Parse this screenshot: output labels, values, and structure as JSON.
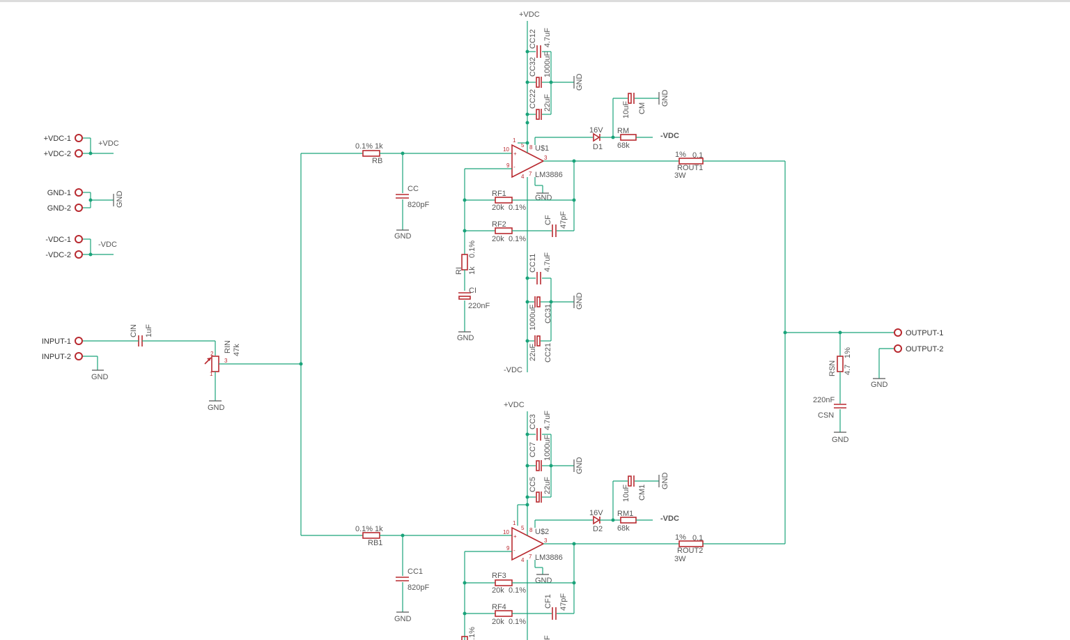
{
  "nets": {
    "pvdc": "+VDC",
    "nvdc": "-VDC",
    "gnd": "GND",
    "neg_vdc_m": "-VDC"
  },
  "connectors": {
    "pvdc1": "+VDC-1",
    "pvdc2": "+VDC-2",
    "gnd1": "GND-1",
    "gnd2": "GND-2",
    "nvdc1": "-VDC-1",
    "nvdc2": "-VDC-2",
    "in1": "INPUT-1",
    "in2": "INPUT-2",
    "out1": "OUTPUT-1",
    "out2": "OUTPUT-2"
  },
  "parts": {
    "rb": {
      "name": "RB",
      "tol": "0.1%",
      "value": "1k"
    },
    "rb1": {
      "name": "RB1",
      "tol": "0.1%",
      "value": "1k"
    },
    "cc": {
      "name": "CC",
      "value": "820pF"
    },
    "cc1": {
      "name": "CC1",
      "value": "820pF"
    },
    "cin": {
      "name": "CIN",
      "value": "1uF"
    },
    "rin": {
      "name": "RIN",
      "value": "47k"
    },
    "u1": {
      "name": "U$1",
      "value": "LM3886"
    },
    "u2": {
      "name": "U$2",
      "value": "LM3886"
    },
    "rf1": {
      "name": "RF1",
      "value": "20k",
      "tol": "0.1%"
    },
    "rf2": {
      "name": "RF2",
      "value": "20k",
      "tol": "0.1%"
    },
    "rf3": {
      "name": "RF3",
      "value": "20k",
      "tol": "0.1%"
    },
    "rf4": {
      "name": "RF4",
      "value": "20k",
      "tol": "0.1%"
    },
    "cf": {
      "name": "CF",
      "value": "47pF"
    },
    "cf1": {
      "name": "CF1",
      "value": "47pF"
    },
    "ri": {
      "name": "RI",
      "value": "1k",
      "tol": "0.1%"
    },
    "ci": {
      "name": "CI",
      "value": "220nF"
    },
    "cc12": {
      "name": "CC12",
      "value": "4.7uF"
    },
    "cc32": {
      "name": "CC32",
      "value": "1000uF"
    },
    "cc22": {
      "name": "CC22",
      "value": "22uF"
    },
    "cc11": {
      "name": "CC11",
      "value": "4.7uF"
    },
    "cc31": {
      "name": "CC31",
      "value": "1000uF"
    },
    "cc21": {
      "name": "CC21",
      "value": "22uF"
    },
    "cc3": {
      "name": "CC3",
      "value": "4.7uF"
    },
    "cc7": {
      "name": "CC7",
      "value": "1000uF"
    },
    "cc5": {
      "name": "CC5",
      "value": "22uF"
    },
    "cm": {
      "name": "CM",
      "value": "10uF"
    },
    "cm1": {
      "name": "CM1",
      "value": "10uF"
    },
    "d1": {
      "name": "D1",
      "value": "16V"
    },
    "d2": {
      "name": "D2",
      "value": "16V"
    },
    "rm": {
      "name": "RM",
      "value": "68k"
    },
    "rm1": {
      "name": "RM1",
      "value": "68k"
    },
    "rout1": {
      "name": "ROUT1",
      "tol": "1%",
      "value": "0.1",
      "power": "3W"
    },
    "rout2": {
      "name": "ROUT2",
      "tol": "1%",
      "value": "0.1",
      "power": "3W"
    },
    "rsn": {
      "name": "RSN",
      "value": "4.7",
      "tol": "1%"
    },
    "csn": {
      "name": "CSN",
      "value": "220nF"
    }
  },
  "pins": {
    "p1": "1",
    "p2": "2",
    "p3": "3",
    "p4": "4",
    "p5": "5",
    "p7": "7",
    "p8": "8",
    "p9": "9",
    "p10": "10",
    "plus": "+",
    "minus": "-"
  },
  "partial": {
    "rf_tol_cut": ".1%",
    "cut_f": "F"
  }
}
